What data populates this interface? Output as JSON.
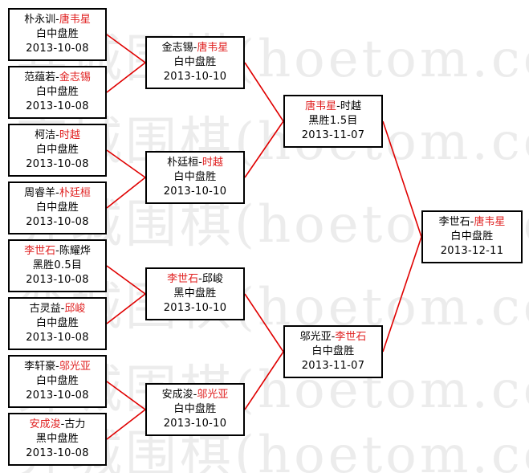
{
  "watermark": "弈城围棋(hoetom.com)",
  "colors": {
    "winner": "#e02020",
    "line": "#e00000",
    "border": "#000000"
  },
  "rounds": {
    "r1": [
      {
        "p1": "朴永训",
        "p2": "唐韦星",
        "winner": "p2",
        "result": "白中盘胜",
        "date": "2013-10-08"
      },
      {
        "p1": "范蕴若",
        "p2": "金志锡",
        "winner": "p2",
        "result": "白中盘胜",
        "date": "2013-10-08"
      },
      {
        "p1": "柯洁",
        "p2": "时越",
        "winner": "p2",
        "result": "白中盘胜",
        "date": "2013-10-08"
      },
      {
        "p1": "周睿羊",
        "p2": "朴廷桓",
        "winner": "p2",
        "result": "白中盘胜",
        "date": "2013-10-08"
      },
      {
        "p1": "李世石",
        "p2": "陈耀烨",
        "winner": "p1",
        "result": "黑胜0.5目",
        "date": "2013-10-08"
      },
      {
        "p1": "古灵益",
        "p2": "邱峻",
        "winner": "p2",
        "result": "白中盘胜",
        "date": "2013-10-08"
      },
      {
        "p1": "李轩豪",
        "p2": "邬光亚",
        "winner": "p2",
        "result": "白中盘胜",
        "date": "2013-10-08"
      },
      {
        "p1": "安成浚",
        "p2": "古力",
        "winner": "p1",
        "result": "黑中盘胜",
        "date": "2013-10-08"
      }
    ],
    "r2": [
      {
        "p1": "金志锡",
        "p2": "唐韦星",
        "winner": "p2",
        "result": "白中盘胜",
        "date": "2013-10-10"
      },
      {
        "p1": "朴廷桓",
        "p2": "时越",
        "winner": "p2",
        "result": "白中盘胜",
        "date": "2013-10-10"
      },
      {
        "p1": "李世石",
        "p2": "邱峻",
        "winner": "p1",
        "result": "黑中盘胜",
        "date": "2013-10-10"
      },
      {
        "p1": "安成浚",
        "p2": "邬光亚",
        "winner": "p2",
        "result": "白中盘胜",
        "date": "2013-10-10"
      }
    ],
    "r3": [
      {
        "p1": "唐韦星",
        "p2": "时越",
        "winner": "p1",
        "result": "黑胜1.5目",
        "date": "2013-11-07"
      },
      {
        "p1": "邬光亚",
        "p2": "李世石",
        "winner": "p2",
        "result": "白中盘胜",
        "date": "2013-11-07"
      }
    ],
    "r4": [
      {
        "p1": "李世石",
        "p2": "唐韦星",
        "winner": "p2",
        "result": "白中盘胜",
        "date": "2013-12-11"
      }
    ]
  }
}
